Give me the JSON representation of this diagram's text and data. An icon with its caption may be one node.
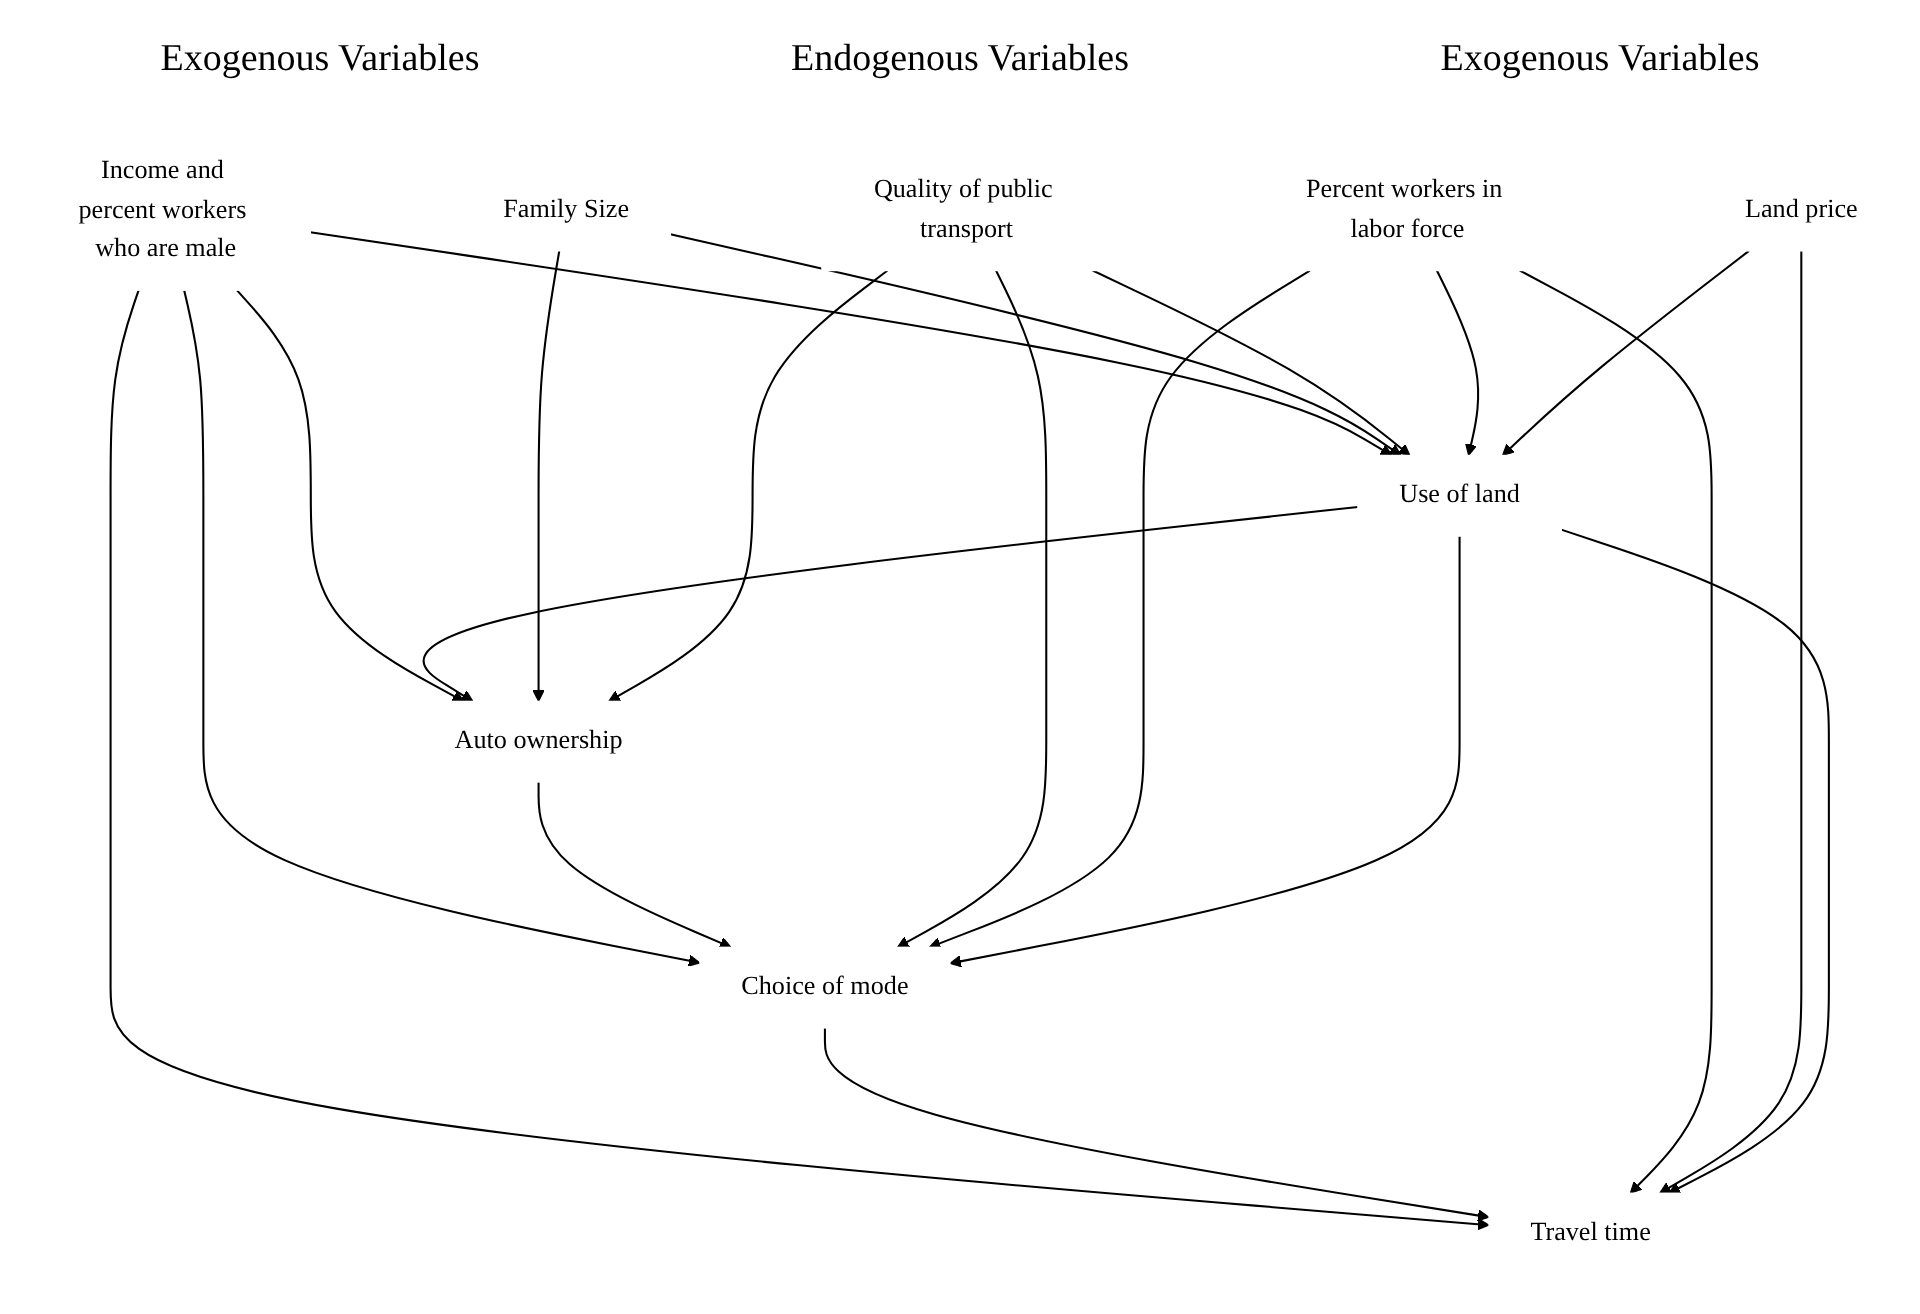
{
  "diagram": {
    "nodes": [
      {
        "text": [
          "Use of land"
        ]
      },
      {
        "text": [
          "Family Size"
        ]
      },
      {
        "text": [
          "Income and percent workers who are male"
        ]
      },
      {
        "text": [
          "Auto ownership"
        ]
      },
      {
        "text": [
          "Quality of public transport"
        ]
      },
      {
        "text": [
          "Choice of mode"
        ]
      },
      {
        "text": [
          "Percent workers in labor force"
        ]
      },
      {
        "text": [
          "Travel time"
        ]
      },
      {
        "text": [
          "Land price"
        ]
      }
    ],
    "edges": [
      {
        "from": 2,
        "to": 0,
        "arrow": "to"
      },
      {
        "from": 2,
        "to": 3,
        "arrow": "to"
      },
      {
        "from": 2,
        "to": 5,
        "arrow": "to"
      },
      {
        "from": 2,
        "to": 7,
        "arrow": "to"
      },
      {
        "from": 0,
        "to": 3,
        "arrow": "to"
      },
      {
        "from": 3,
        "to": 5,
        "arrow": "to"
      },
      {
        "from": 5,
        "to": 7,
        "arrow": "to"
      },
      {
        "from": 1,
        "to": 0,
        "arrow": "to"
      },
      {
        "from": 1,
        "to": 3,
        "arrow": "to"
      },
      {
        "from": 4,
        "to": 3,
        "arrow": "to"
      },
      {
        "from": 4,
        "to": 5,
        "arrow": "to"
      },
      {
        "from": 6,
        "to": 5,
        "arrow": "to"
      },
      {
        "from": 6,
        "to": 7,
        "arrow": "to"
      },
      {
        "from": 8,
        "to": 7,
        "arrow": "to"
      },
      {
        "from": 4,
        "to": 0,
        "arrow": "to"
      },
      {
        "from": 6,
        "to": 0,
        "arrow": "to"
      },
      {
        "from": 8,
        "to": 0,
        "arrow": "to"
      },
      {
        "from": 0,
        "to": 5,
        "arrow": "to"
      },
      {
        "from": 0,
        "to": 7,
        "arrow": "to"
      }
    ],
    "labels": [
      "Exogenous Variables",
      "Endogenous Variables",
      "Exogenous Variables"
    ]
  }
}
